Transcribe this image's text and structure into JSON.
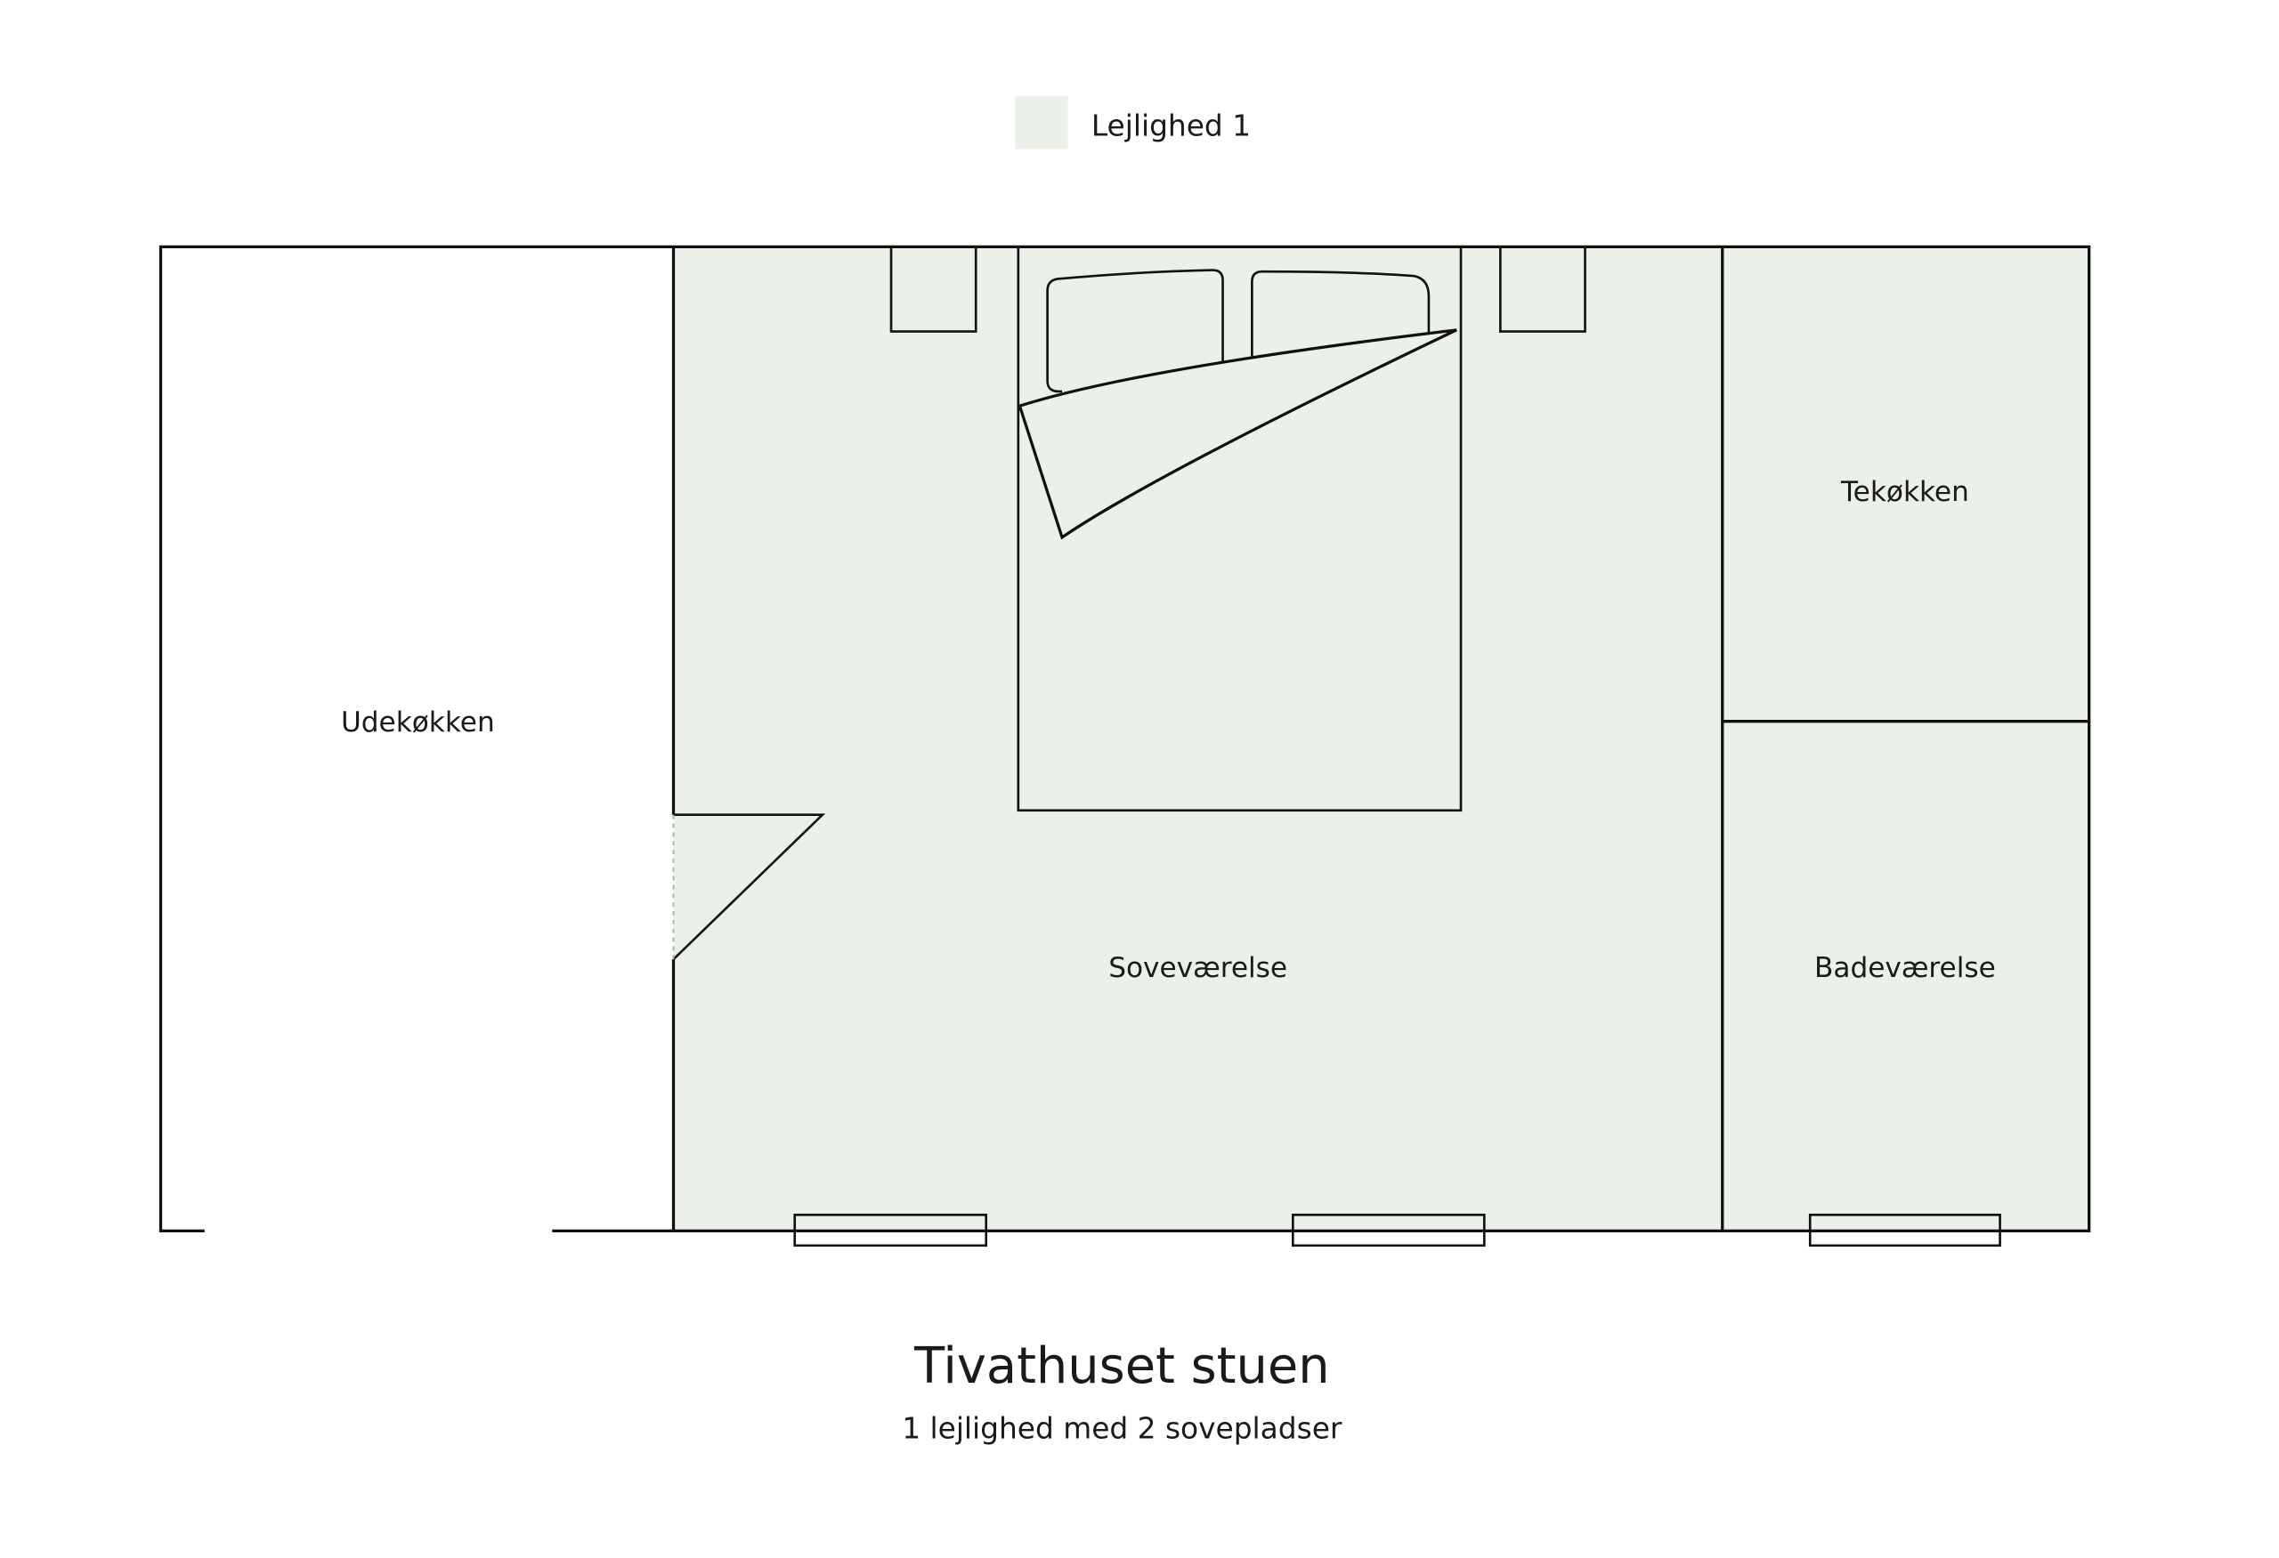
{
  "legend": {
    "label": "Lejlighed 1",
    "swatch_color": "#ebf0e8"
  },
  "rooms": {
    "outdoor_kitchen": "Udekøkken",
    "tea_kitchen": "Tekøkken",
    "bedroom": "Soveværelse",
    "bathroom": "Badeværelse"
  },
  "title": "Tivathuset stuen",
  "subtitle": "1 lejlighed med 2 sovepladser",
  "colors": {
    "apartment_fill": "#ebf0e8",
    "line": "#111111"
  }
}
